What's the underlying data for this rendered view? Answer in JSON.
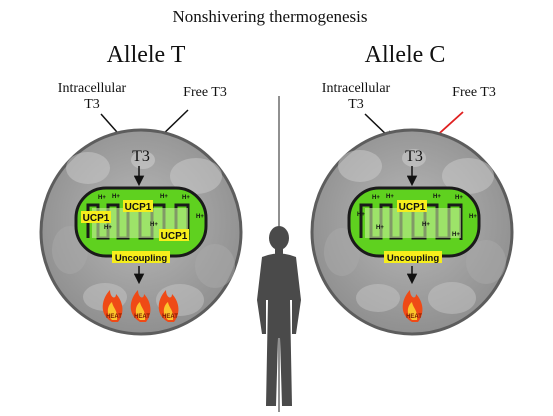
{
  "title": "Nonshivering thermogenesis",
  "panels": [
    {
      "heading": "Allele T",
      "intracellular_label": "Intracellular\nT3",
      "free_label": "Free T3",
      "t3_label": "T3",
      "ucp1_labels": [
        "UCP1",
        "UCP1",
        "UCP1"
      ],
      "uncoupling_label": "Uncoupling",
      "heat_labels": [
        "HEAT",
        "HEAT",
        "HEAT"
      ]
    },
    {
      "heading": "Allele C",
      "intracellular_label": "Intracellular\nT3",
      "free_label": "Free T3",
      "t3_label": "T3",
      "ucp1_labels": [
        "UCP1"
      ],
      "uncoupling_label": "Uncoupling",
      "heat_labels": [
        "HEAT"
      ]
    }
  ],
  "proton_label": "H+",
  "colors": {
    "cell_fill": "#9a9a9a",
    "cell_stroke": "#5d5d5d",
    "mito_outer": "#5fd11f",
    "mito_stroke": "#1a1a1a",
    "label_bg": "#f6ee1c",
    "blocked_arrow": "#e02020",
    "silhouette": "#4a4a4a",
    "flame_outer": "#ef4a16",
    "flame_inner": "#fbc52b"
  },
  "icons": [
    "human-silhouette-icon",
    "flame-icon",
    "blocked-signal-icon"
  ]
}
